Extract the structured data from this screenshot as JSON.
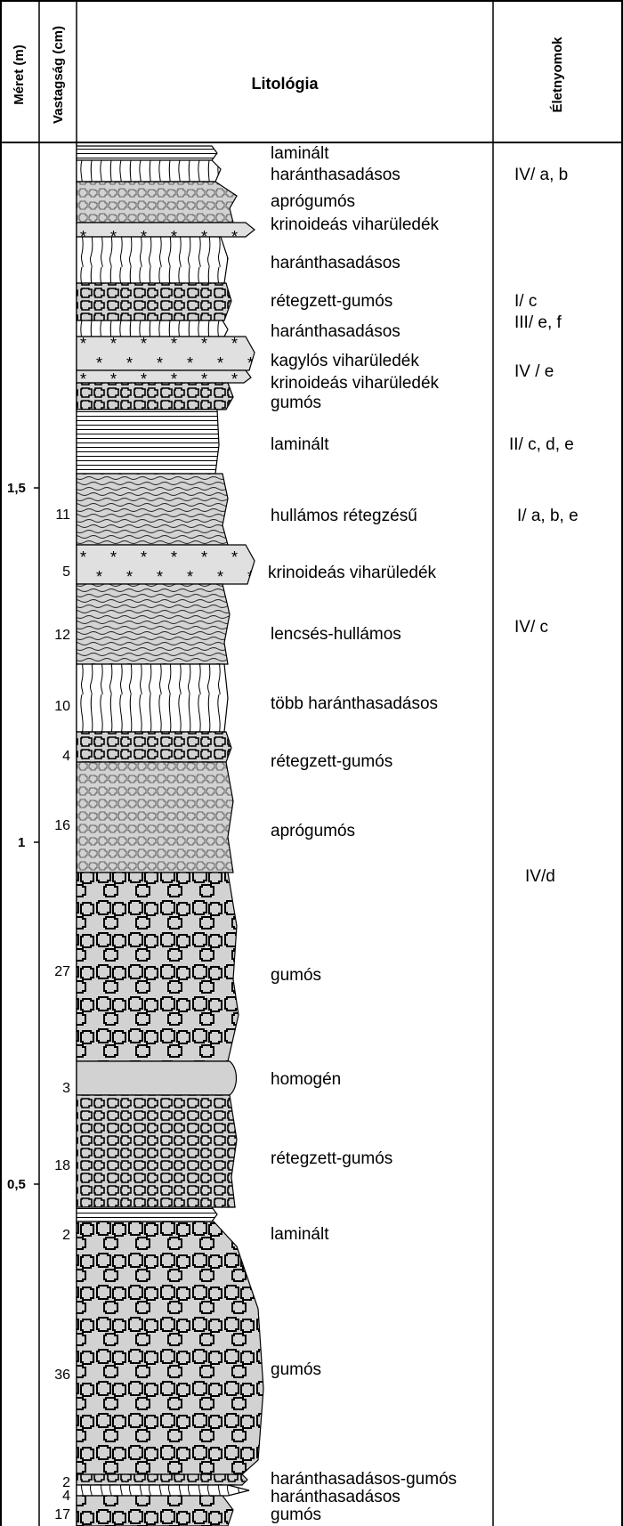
{
  "headers": {
    "scale": "Méret (m)",
    "thickness": "Vastagság (cm)",
    "lithology": "Litológia",
    "traces": "Életnyomok"
  },
  "scale_labels": [
    "1,5",
    "1",
    "0,5"
  ],
  "thickness_labels": [
    "11",
    "5",
    "12",
    "10",
    "4",
    "16",
    "27",
    "3",
    "18",
    "2",
    "36",
    "2",
    "4",
    "17"
  ],
  "lithology_labels": [
    "laminált",
    "haránthasadásos",
    "aprógumós",
    "krinoideás viharüledék",
    "haránthasadásos",
    "rétegzett-gumós",
    "haránthasadásos",
    "kagylós viharüledék",
    "krinoideás viharüledék",
    "gumós",
    "laminált",
    "hullámos rétegzésű",
    "krinoideás viharüledék",
    "lencsés-hullámos",
    "több haránthasadásos",
    "rétegzett-gumós",
    "aprógumós",
    "gumós",
    "homogén",
    "rétegzett-gumós",
    "laminált",
    "gumós",
    "haránthasadásos-gumós",
    "haránthasadásos",
    "gumós"
  ],
  "trace_fossils": [
    "IV/ a, b",
    "I/ c",
    "III/ e, f",
    "IV / e",
    "II/ c, d, e",
    "I/ a, b, e",
    "IV/ c",
    "IV/d"
  ]
}
